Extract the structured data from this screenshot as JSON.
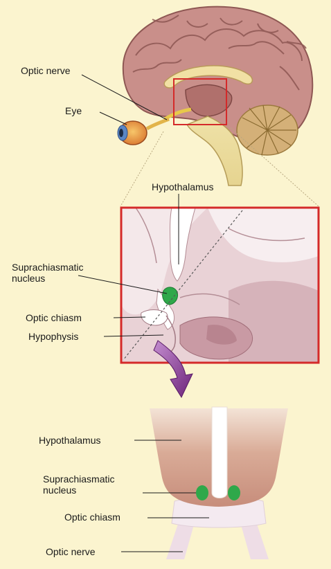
{
  "top_panel": {
    "optic_nerve_label": "Optic nerve",
    "eye_label": "Eye"
  },
  "middle_panel": {
    "hypothalamus_label": "Hypothalamus",
    "scn_label_line1": "Suprachiasmatic",
    "scn_label_line2": "nucleus",
    "optic_chiasm_label": "Optic chiasm",
    "hypophysis_label": "Hypophysis"
  },
  "bottom_panel": {
    "hypothalamus_label": "Hypothalamus",
    "scn_label_line1": "Suprachiasmatic",
    "scn_label_line2": "nucleus",
    "optic_chiasm_label": "Optic chiasm",
    "optic_nerve_label": "Optic nerve"
  },
  "colors": {
    "background": "#fbf4cf",
    "brain": "#c98f8a",
    "zoom_frame": "#d42a2a",
    "scn_green": "#2fa84a",
    "arrow": "#7b2a8a"
  }
}
